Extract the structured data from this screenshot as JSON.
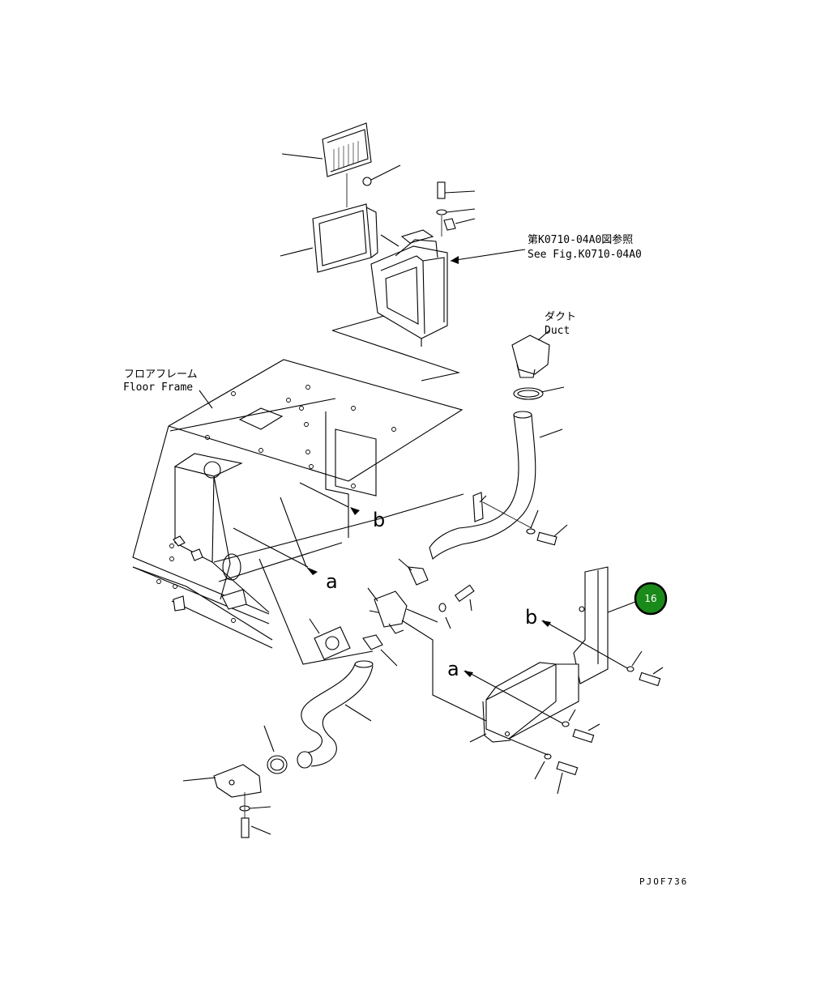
{
  "references": {
    "fig_ref_jp": "第K0710-04A0図参照",
    "fig_ref_en": "See Fig.K0710-04A0"
  },
  "parts": {
    "duct_jp": "ダクト",
    "duct_en": "Duct",
    "floor_frame_jp": "フロアフレーム",
    "floor_frame_en": "Floor Frame"
  },
  "view_markers": {
    "a_upper": "a",
    "b_upper": "b",
    "a_lower": "a",
    "b_lower": "b"
  },
  "callout": {
    "number": "16",
    "color": "#1a8a1a"
  },
  "drawing_code": "PJOF736"
}
